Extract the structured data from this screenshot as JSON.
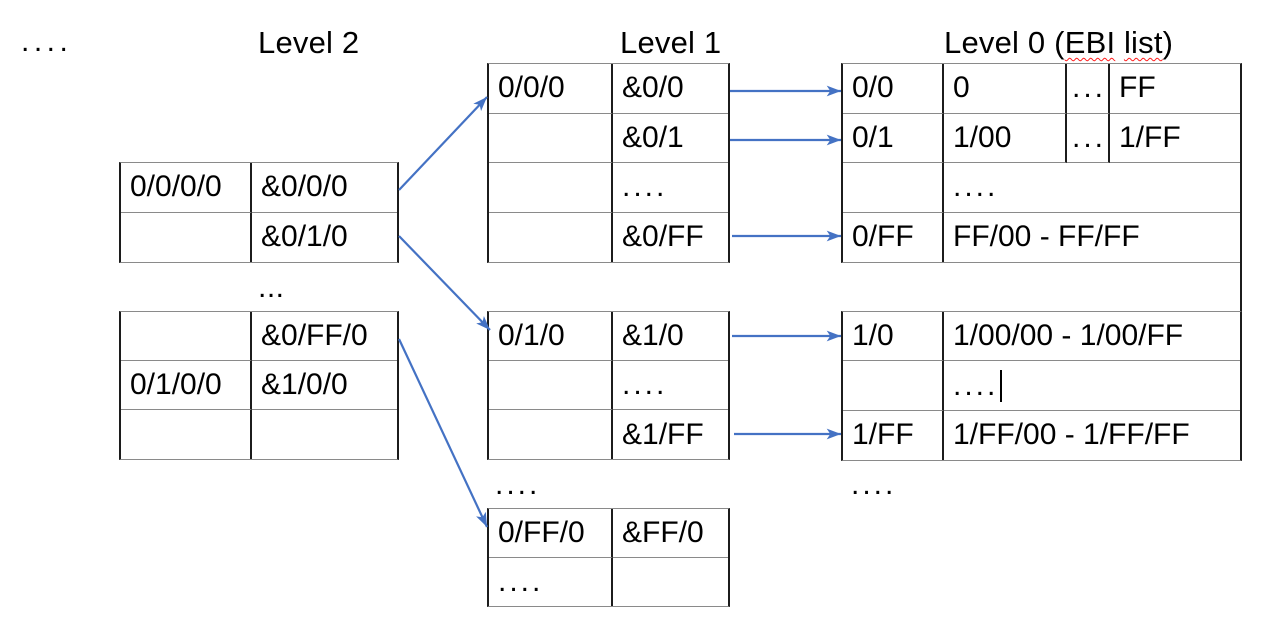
{
  "title_row": {
    "corner_dots": "....",
    "level2": "Level 2",
    "level1": "Level 1",
    "level0": {
      "pre": "Level 0 (",
      "word1": "EBI",
      "word2": "list",
      "post": ")"
    }
  },
  "ellipsis": {
    "below_level2_table1": "...",
    "below_level1_table2": "....",
    "below_level0_table2": "...."
  },
  "tables": {
    "level2_a": {
      "rows": [
        [
          "0/0/0/0",
          "&0/0/0"
        ],
        [
          "",
          "&0/1/0"
        ]
      ]
    },
    "level2_b": {
      "rows": [
        [
          "",
          "&0/FF/0"
        ],
        [
          "0/1/0/0",
          "&1/0/0"
        ],
        [
          "",
          ""
        ]
      ]
    },
    "level1_a": {
      "rows": [
        [
          "0/0/0",
          "&0/0"
        ],
        [
          "",
          "&0/1"
        ],
        [
          "",
          "...."
        ],
        [
          "",
          "&0/FF"
        ]
      ]
    },
    "level1_b": {
      "rows": [
        [
          "0/1/0",
          "&1/0"
        ],
        [
          "",
          "...."
        ],
        [
          "",
          "&1/FF"
        ]
      ]
    },
    "level1_c": {
      "rows": [
        [
          "0/FF/0",
          "&FF/0"
        ],
        [
          "....",
          ""
        ]
      ]
    },
    "level0_a": {
      "rows": [
        [
          "0/0",
          "0",
          "...",
          "FF"
        ],
        [
          "0/1",
          "1/00",
          "...",
          "1/FF"
        ],
        [
          "",
          "...."
        ],
        [
          "0/FF",
          "FF/00 - FF/FF"
        ]
      ]
    },
    "level0_b": {
      "rows": [
        [
          "1/0",
          "1/00/00 - 1/00/FF"
        ],
        [
          "",
          "...."
        ],
        [
          "1/FF",
          "1/FF/00 - 1/FF/FF"
        ]
      ]
    }
  },
  "colors": {
    "arrow": "#4472c4",
    "border_vertical": "#1c1c1c",
    "border_horizontal": "#8a8a8a",
    "text": "#000000",
    "spellcheck": "#ff1a1a",
    "background": "#ffffff"
  }
}
